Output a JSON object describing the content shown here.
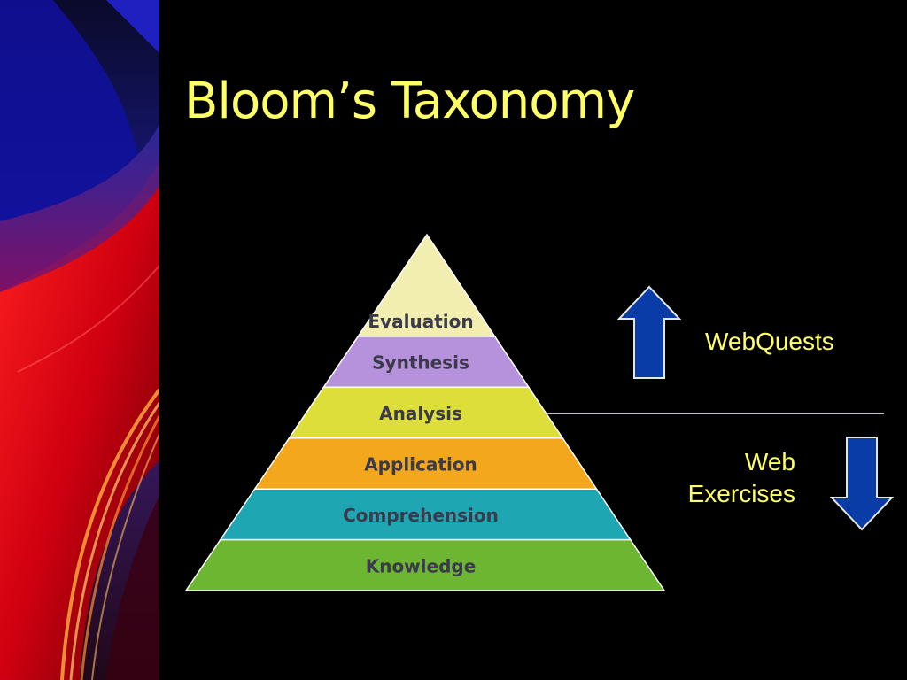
{
  "slide": {
    "title": "Bloom’s Taxonomy"
  },
  "pyramid": {
    "levels": [
      {
        "label": "Evaluation",
        "color": "#f1eeb0"
      },
      {
        "label": "Synthesis",
        "color": "#b692dc"
      },
      {
        "label": "Analysis",
        "color": "#dede3a"
      },
      {
        "label": "Application",
        "color": "#f3a71d"
      },
      {
        "label": "Comprehension",
        "color": "#1fa6b3"
      },
      {
        "label": "Knowledge",
        "color": "#6cb631"
      }
    ],
    "label_color": "#3a3a4a"
  },
  "annotations": {
    "upper_label": "WebQuests",
    "lower_label_line1": "Web",
    "lower_label_line2": "Exercises",
    "arrow_up_icon": "arrow-up-icon",
    "arrow_down_icon": "arrow-down-icon"
  },
  "colors": {
    "background": "#000000",
    "title_text": "#ffff66",
    "arrow_fill": "#0a3ca8",
    "arrow_stroke": "#e6e6e6"
  }
}
